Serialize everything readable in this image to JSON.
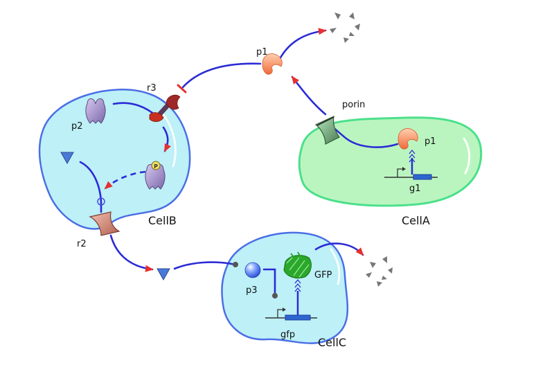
{
  "cells": {
    "cell_b": "CellB",
    "cell_a": "CellA",
    "cell_c": "CellC"
  },
  "labels": {
    "p1_top": "p1",
    "r3": "r3",
    "porin": "porin",
    "p2": "p2",
    "p1_cell_a": "p1",
    "g1": "g1",
    "r2": "r2",
    "p3": "p3",
    "gfp_protein": "GFP",
    "gfp_gene": "gfp"
  },
  "colors": {
    "edge": "#2b2bd6",
    "arrowhead": "#e53030",
    "cell_b_fill": "#bdf0f7",
    "cell_a_fill": "#baf5c0",
    "cell_c_fill": "#bdf0f7"
  }
}
